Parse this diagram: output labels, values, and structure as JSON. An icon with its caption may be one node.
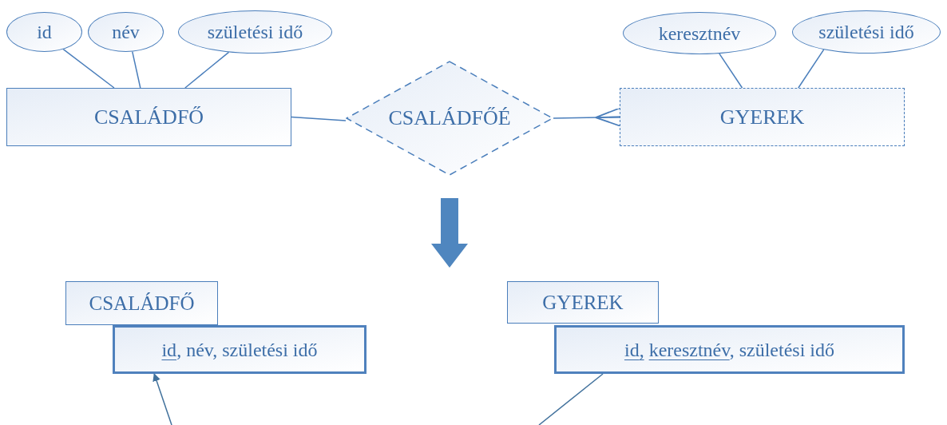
{
  "diagram": {
    "nodes": [
      {
        "text": [
          "id"
        ]
      },
      {
        "text": [
          "név"
        ]
      },
      {
        "text": [
          "születési idő"
        ]
      },
      {
        "text": [
          "CSALÁDFŐ"
        ]
      },
      {
        "text": [
          "CSALÁDFŐÉ"
        ]
      },
      {
        "text": [
          "keresztnév"
        ]
      },
      {
        "text": [
          "születési idő"
        ]
      },
      {
        "text": [
          "GYEREK"
        ]
      },
      {
        "text": [
          "CSALÁDFŐ"
        ]
      },
      {
        "text": [
          "id, név, születési idő"
        ]
      },
      {
        "text": [
          "GYEREK"
        ]
      },
      {
        "text": [
          "id, keresztnév, születési idő"
        ]
      }
    ],
    "edges": [
      {
        "from": 0,
        "to": 3,
        "arrow": "none"
      },
      {
        "from": 1,
        "to": 3,
        "arrow": "none"
      },
      {
        "from": 2,
        "to": 3,
        "arrow": "none"
      },
      {
        "from": 5,
        "to": 7,
        "arrow": "none"
      },
      {
        "from": 6,
        "to": 7,
        "arrow": "none"
      },
      {
        "from": 3,
        "to": 4,
        "arrow": "none"
      },
      {
        "from": 4,
        "to": 7,
        "arrow": "other"
      },
      {
        "from": null,
        "to": 9,
        "arrow": "to"
      },
      {
        "from": 11,
        "to": null,
        "arrow": "none"
      }
    ]
  }
}
